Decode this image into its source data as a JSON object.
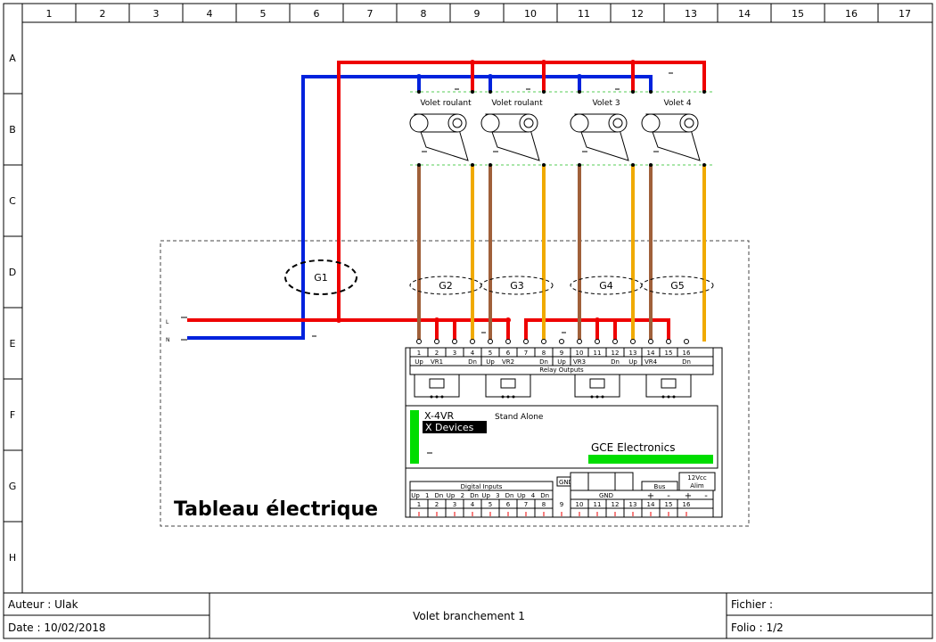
{
  "grid": {
    "columns": [
      "1",
      "2",
      "3",
      "4",
      "5",
      "6",
      "7",
      "8",
      "9",
      "10",
      "11",
      "12",
      "13",
      "14",
      "15",
      "16",
      "17"
    ],
    "rows": [
      "A",
      "B",
      "C",
      "D",
      "E",
      "F",
      "G",
      "H"
    ]
  },
  "colors": {
    "phase": "#ee0000",
    "neutral": "#0022dd",
    "up_wire": "#a0603a",
    "down_wire": "#f0aa00",
    "status_green": "#00dd00",
    "device_label_bg": "#000000",
    "dashed_bus": "#55cc55"
  },
  "feed": {
    "phase_label": "L",
    "neutral_label": "N"
  },
  "motors": [
    {
      "label": "Volet roulant"
    },
    {
      "label": "Volet roulant"
    },
    {
      "label": "Volet 3"
    },
    {
      "label": "Volet 4"
    }
  ],
  "groups": [
    "G1",
    "G2",
    "G3",
    "G4",
    "G5"
  ],
  "relay_block": {
    "terminals": [
      "1",
      "2",
      "3",
      "4",
      "5",
      "6",
      "7",
      "8",
      "9",
      "10",
      "11",
      "12",
      "13",
      "14",
      "15",
      "16"
    ],
    "sub_labels": [
      {
        "text": "Up",
        "col": 0
      },
      {
        "text": "VR1",
        "col": 1
      },
      {
        "text": "Dn",
        "col": 3
      },
      {
        "text": "Up",
        "col": 4
      },
      {
        "text": "VR2",
        "col": 5
      },
      {
        "text": "Dn",
        "col": 7
      },
      {
        "text": "Up",
        "col": 8
      },
      {
        "text": "VR3",
        "col": 9
      },
      {
        "text": "Dn",
        "col": 11
      },
      {
        "text": "Up",
        "col": 12
      },
      {
        "text": "VR4",
        "col": 13
      },
      {
        "text": "Dn",
        "col": 15
      }
    ],
    "caption": "Relay Outputs"
  },
  "device": {
    "model": "X-4VR",
    "brand": "X Devices",
    "mode": "Stand Alone",
    "maker": "GCE Electronics"
  },
  "digital_inputs": {
    "title": "Digital Inputs",
    "labels": [
      "Up",
      "1",
      "Dn",
      "Up",
      "2",
      "Dn",
      "Up",
      "3",
      "Dn",
      "Up",
      "4",
      "Dn"
    ],
    "terminals": [
      "1",
      "2",
      "3",
      "4",
      "5",
      "6",
      "7",
      "8"
    ]
  },
  "bottom_block": {
    "gnd_box": "GND",
    "gnd_label": "GND",
    "bus_label": "Bus",
    "bus_signs": [
      "+",
      "-"
    ],
    "supply_title": "12Vcc",
    "supply_sub": "Alim",
    "supply_signs": [
      "+",
      "-"
    ],
    "terminals": [
      "9",
      "10",
      "11",
      "12",
      "13",
      "14",
      "15",
      "16"
    ]
  },
  "panel_title": "Tableau électrique",
  "title_block": {
    "author": "Auteur : Ulak",
    "date": "Date :  10/02/2018",
    "title": "Volet branchement 1",
    "file": "Fichier :",
    "folio": "Folio :  1/2"
  }
}
